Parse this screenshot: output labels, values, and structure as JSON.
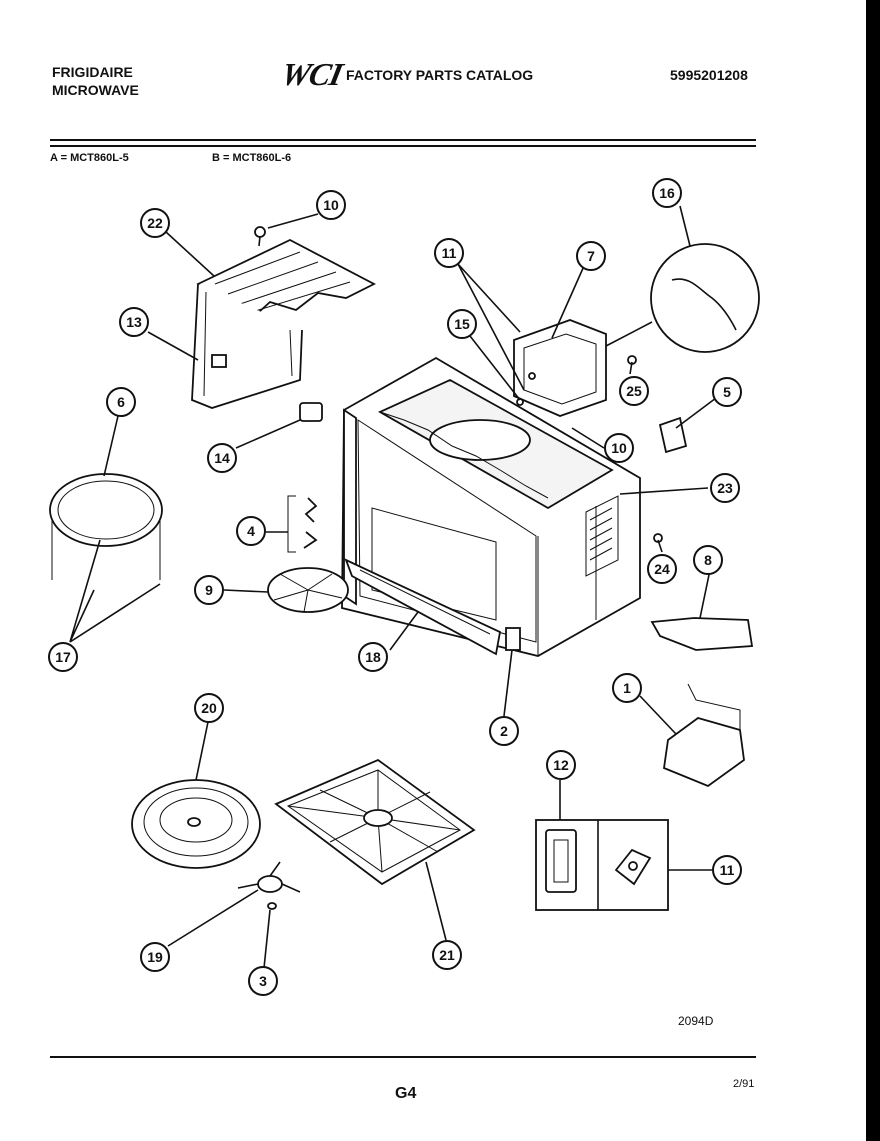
{
  "header": {
    "brand_line1": "FRIGIDAIRE",
    "brand_line2": "MICROWAVE",
    "logo": "WCI",
    "catalog_title": "FACTORY PARTS CATALOG",
    "catalog_number": "5995201208"
  },
  "models": {
    "a": "A = MCT860L-5",
    "b": "B = MCT860L-6"
  },
  "callouts": [
    "10",
    "22",
    "13",
    "6",
    "14",
    "4",
    "9",
    "17",
    "11",
    "15",
    "7",
    "16",
    "25",
    "5",
    "10",
    "23",
    "24",
    "8",
    "18",
    "2",
    "1",
    "20",
    "12",
    "11",
    "19",
    "3",
    "21"
  ],
  "footer": {
    "drawing_code": "2094D",
    "page": "G4",
    "date": "2/91"
  },
  "colors": {
    "ink": "#111111",
    "paper": "#ffffff",
    "border": "#000000"
  }
}
